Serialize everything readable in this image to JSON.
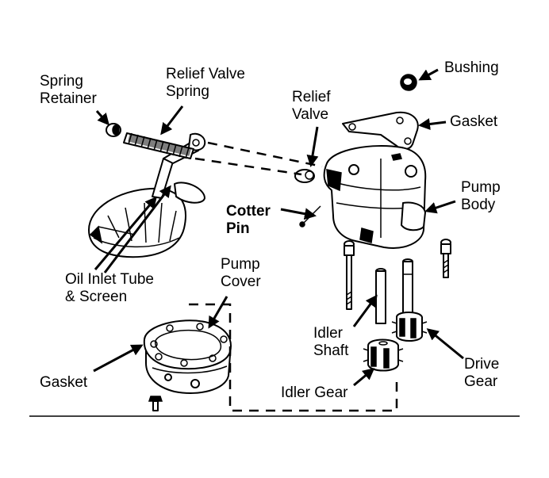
{
  "labels": {
    "bushing": "Bushing",
    "spring_retainer_1": "Spring",
    "spring_retainer_2": "Retainer",
    "relief_valve_spring_1": "Relief Valve",
    "relief_valve_spring_2": "Spring",
    "relief_valve_1": "Relief",
    "relief_valve_2": "Valve",
    "gasket_top": "Gasket",
    "pump_body_1": "Pump",
    "pump_body_2": "Body",
    "cotter_pin_1": "Cotter",
    "cotter_pin_2": "Pin",
    "oil_inlet_1": "Oil Inlet Tube",
    "oil_inlet_2": "& Screen",
    "pump_cover_1": "Pump",
    "pump_cover_2": "Cover",
    "idler_shaft_1": "Idler",
    "idler_shaft_2": "Shaft",
    "drive_gear_1": "Drive",
    "drive_gear_2": "Gear",
    "gasket_bottom": "Gasket",
    "idler_gear": "Idler Gear"
  }
}
